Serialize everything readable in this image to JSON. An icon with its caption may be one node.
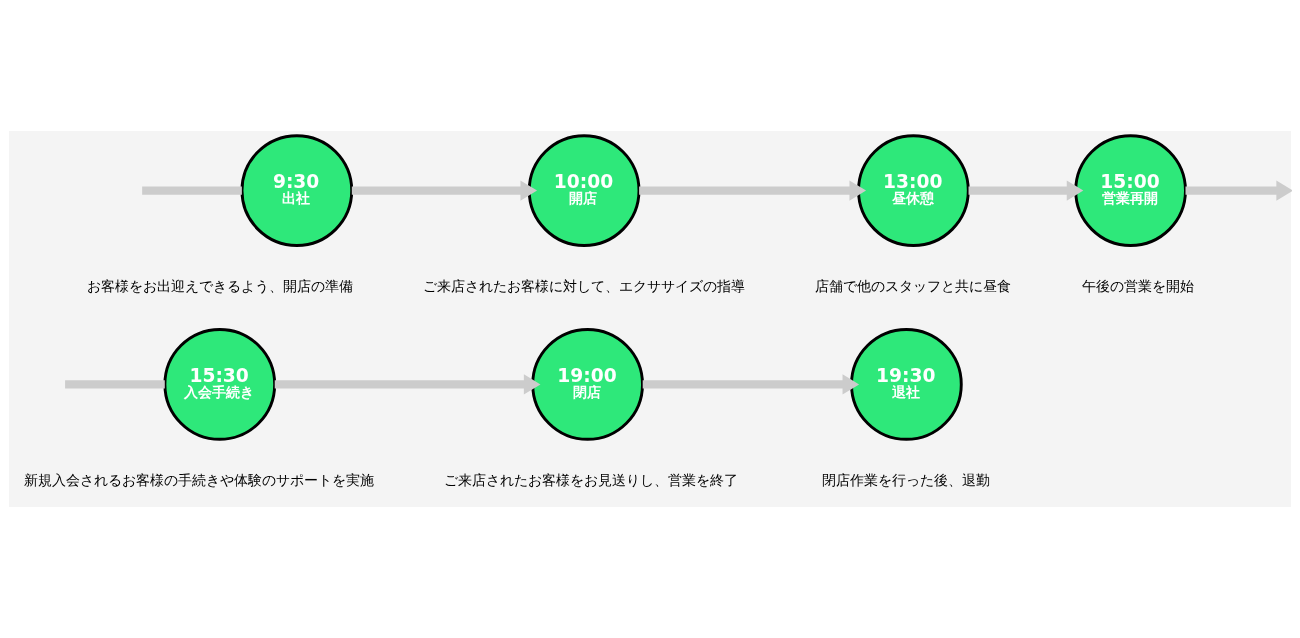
{
  "diagram": {
    "nodes": [
      {
        "text": [
          "9:30",
          "出社"
        ],
        "beside": [
          "お客様をお出迎えできるよう、開店の準備"
        ]
      },
      {
        "text": [
          "10:00",
          "開店"
        ],
        "beside": [
          "ご来店されたお客様に対して、エクササイズの指導"
        ]
      },
      {
        "text": [
          "13:00",
          "昼休憩"
        ],
        "beside": [
          "店舗で他のスタッフと共に昼食"
        ]
      },
      {
        "text": [
          "15:00",
          "営業再開"
        ],
        "beside": [
          "午後の営業を開始"
        ]
      },
      {
        "text": [
          "15:30",
          "入会手続き"
        ],
        "beside": [
          "新規入会されるお客様の手続きや体験のサポートを実施"
        ]
      },
      {
        "text": [
          "19:00",
          "閉店"
        ],
        "beside": [
          "ご来店されたお客様をお見送りし、営業を終了"
        ]
      },
      {
        "text": [
          "19:30",
          "退社"
        ],
        "beside": [
          "閉店作業を行った後、退勤"
        ]
      }
    ],
    "edges": [
      {
        "from": null,
        "to": 0,
        "arrow": "none"
      },
      {
        "from": 0,
        "to": 1,
        "arrow": "to"
      },
      {
        "from": 1,
        "to": 2,
        "arrow": "to"
      },
      {
        "from": 2,
        "to": 3,
        "arrow": "to"
      },
      {
        "from": 3,
        "to": null,
        "arrow": "to"
      },
      {
        "from": null,
        "to": 4,
        "arrow": "none"
      },
      {
        "from": 4,
        "to": 5,
        "arrow": "to"
      },
      {
        "from": 5,
        "to": 6,
        "arrow": "to"
      }
    ]
  }
}
